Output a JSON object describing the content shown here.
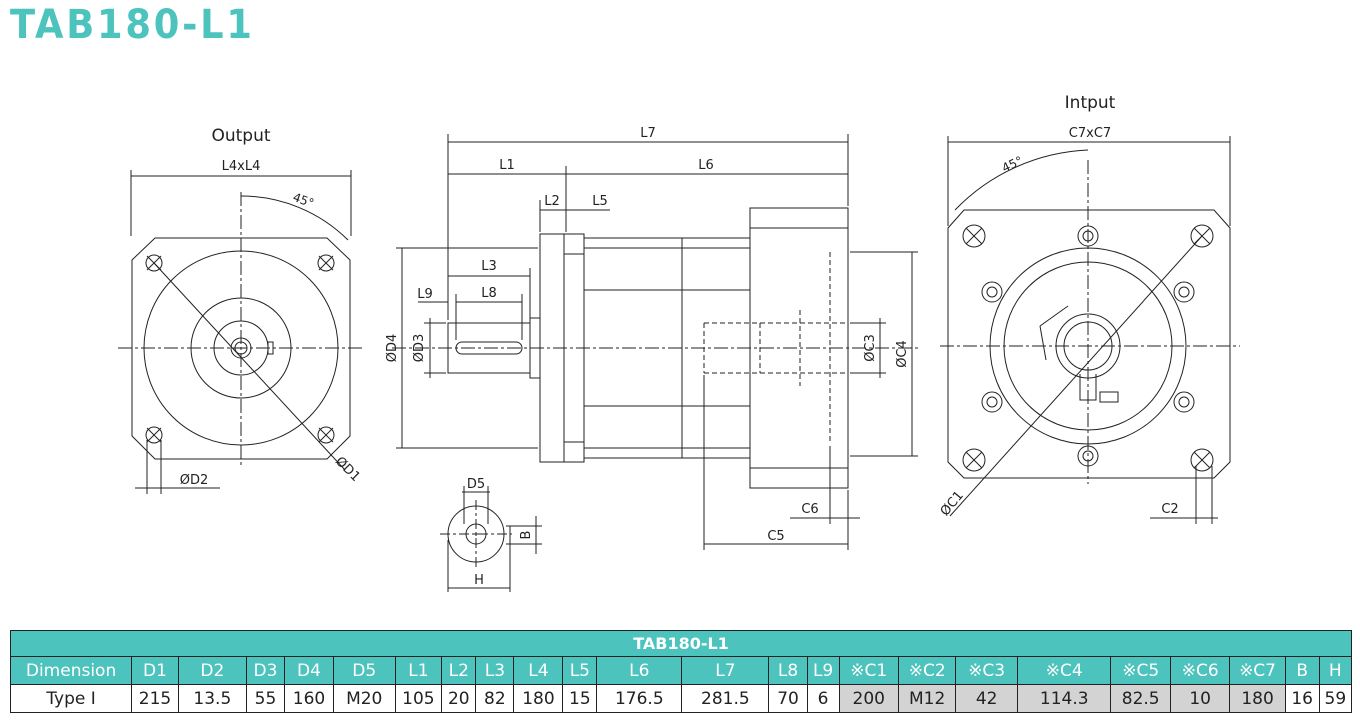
{
  "title": "TAB180-L1",
  "drawing": {
    "output_label": "Output",
    "input_label": "Intput",
    "output_dims": [
      "L4xL4",
      "45°",
      "ØD1",
      "ØD2"
    ],
    "side_dims": [
      "L7",
      "L1",
      "L6",
      "L2",
      "L5",
      "L3",
      "L9",
      "L8",
      "ØD4",
      "ØD3",
      "ØC3",
      "ØC4",
      "C6",
      "C5"
    ],
    "key_dims": [
      "D5",
      "B",
      "H"
    ],
    "input_dims": [
      "C7xC7",
      "45°",
      "ØC1",
      "C2"
    ]
  },
  "table": {
    "title": "TAB180-L1",
    "headers": [
      "Dimension",
      "D1",
      "D2",
      "D3",
      "D4",
      "D5",
      "L1",
      "L2",
      "L3",
      "L4",
      "L5",
      "L6",
      "L7",
      "L8",
      "L9",
      "※C1",
      "※C2",
      "※C3",
      "※C4",
      "※C5",
      "※C6",
      "※C7",
      "B",
      "H"
    ],
    "rows": [
      [
        "Type I",
        "215",
        "13.5",
        "55",
        "160",
        "M20",
        "105",
        "20",
        "82",
        "180",
        "15",
        "176.5",
        "281.5",
        "70",
        "6",
        "200",
        "M12",
        "42",
        "114.3",
        "82.5",
        "10",
        "180",
        "16",
        "59"
      ]
    ]
  },
  "colors": {
    "accent": "#4dc3bd",
    "marked_cell": "#d3d3d3"
  }
}
